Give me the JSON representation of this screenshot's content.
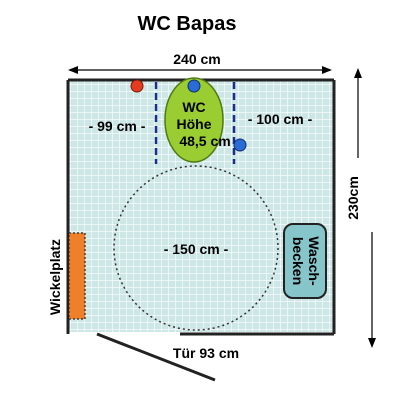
{
  "title": "WC Bapas",
  "dimensions": {
    "top": "240 cm",
    "right": "230cm",
    "door": "Tür 93 cm",
    "left_gap": "- 99 cm -",
    "right_gap": "- 100 cm -",
    "circle": "- 150 cm -"
  },
  "toilet": {
    "line1": "WC",
    "line2": "Höhe",
    "line3": "48,5 cm"
  },
  "sink": {
    "line1": "Wasch-",
    "line2": "becken"
  },
  "changing_table": "Wickelplatz",
  "colors": {
    "floor": "#cde6e6",
    "grid": "#ffffff",
    "wall": "#222222",
    "toilet": "#9acd32",
    "sink": "#86c5c9",
    "changing_table": "#f07f2a",
    "red_marker": "#e53b1f",
    "blue_marker": "#2a6bd6",
    "dashed_line": "#1a2f8a"
  }
}
